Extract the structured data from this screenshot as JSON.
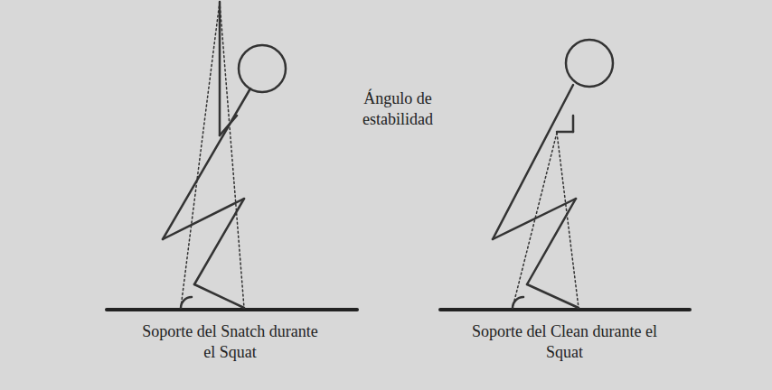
{
  "diagram": {
    "labels": [
      "Ángulo de estabilidad",
      "Soporte del Snatch durante el Squat",
      "Soporte del Clean durante el Squat"
    ]
  }
}
